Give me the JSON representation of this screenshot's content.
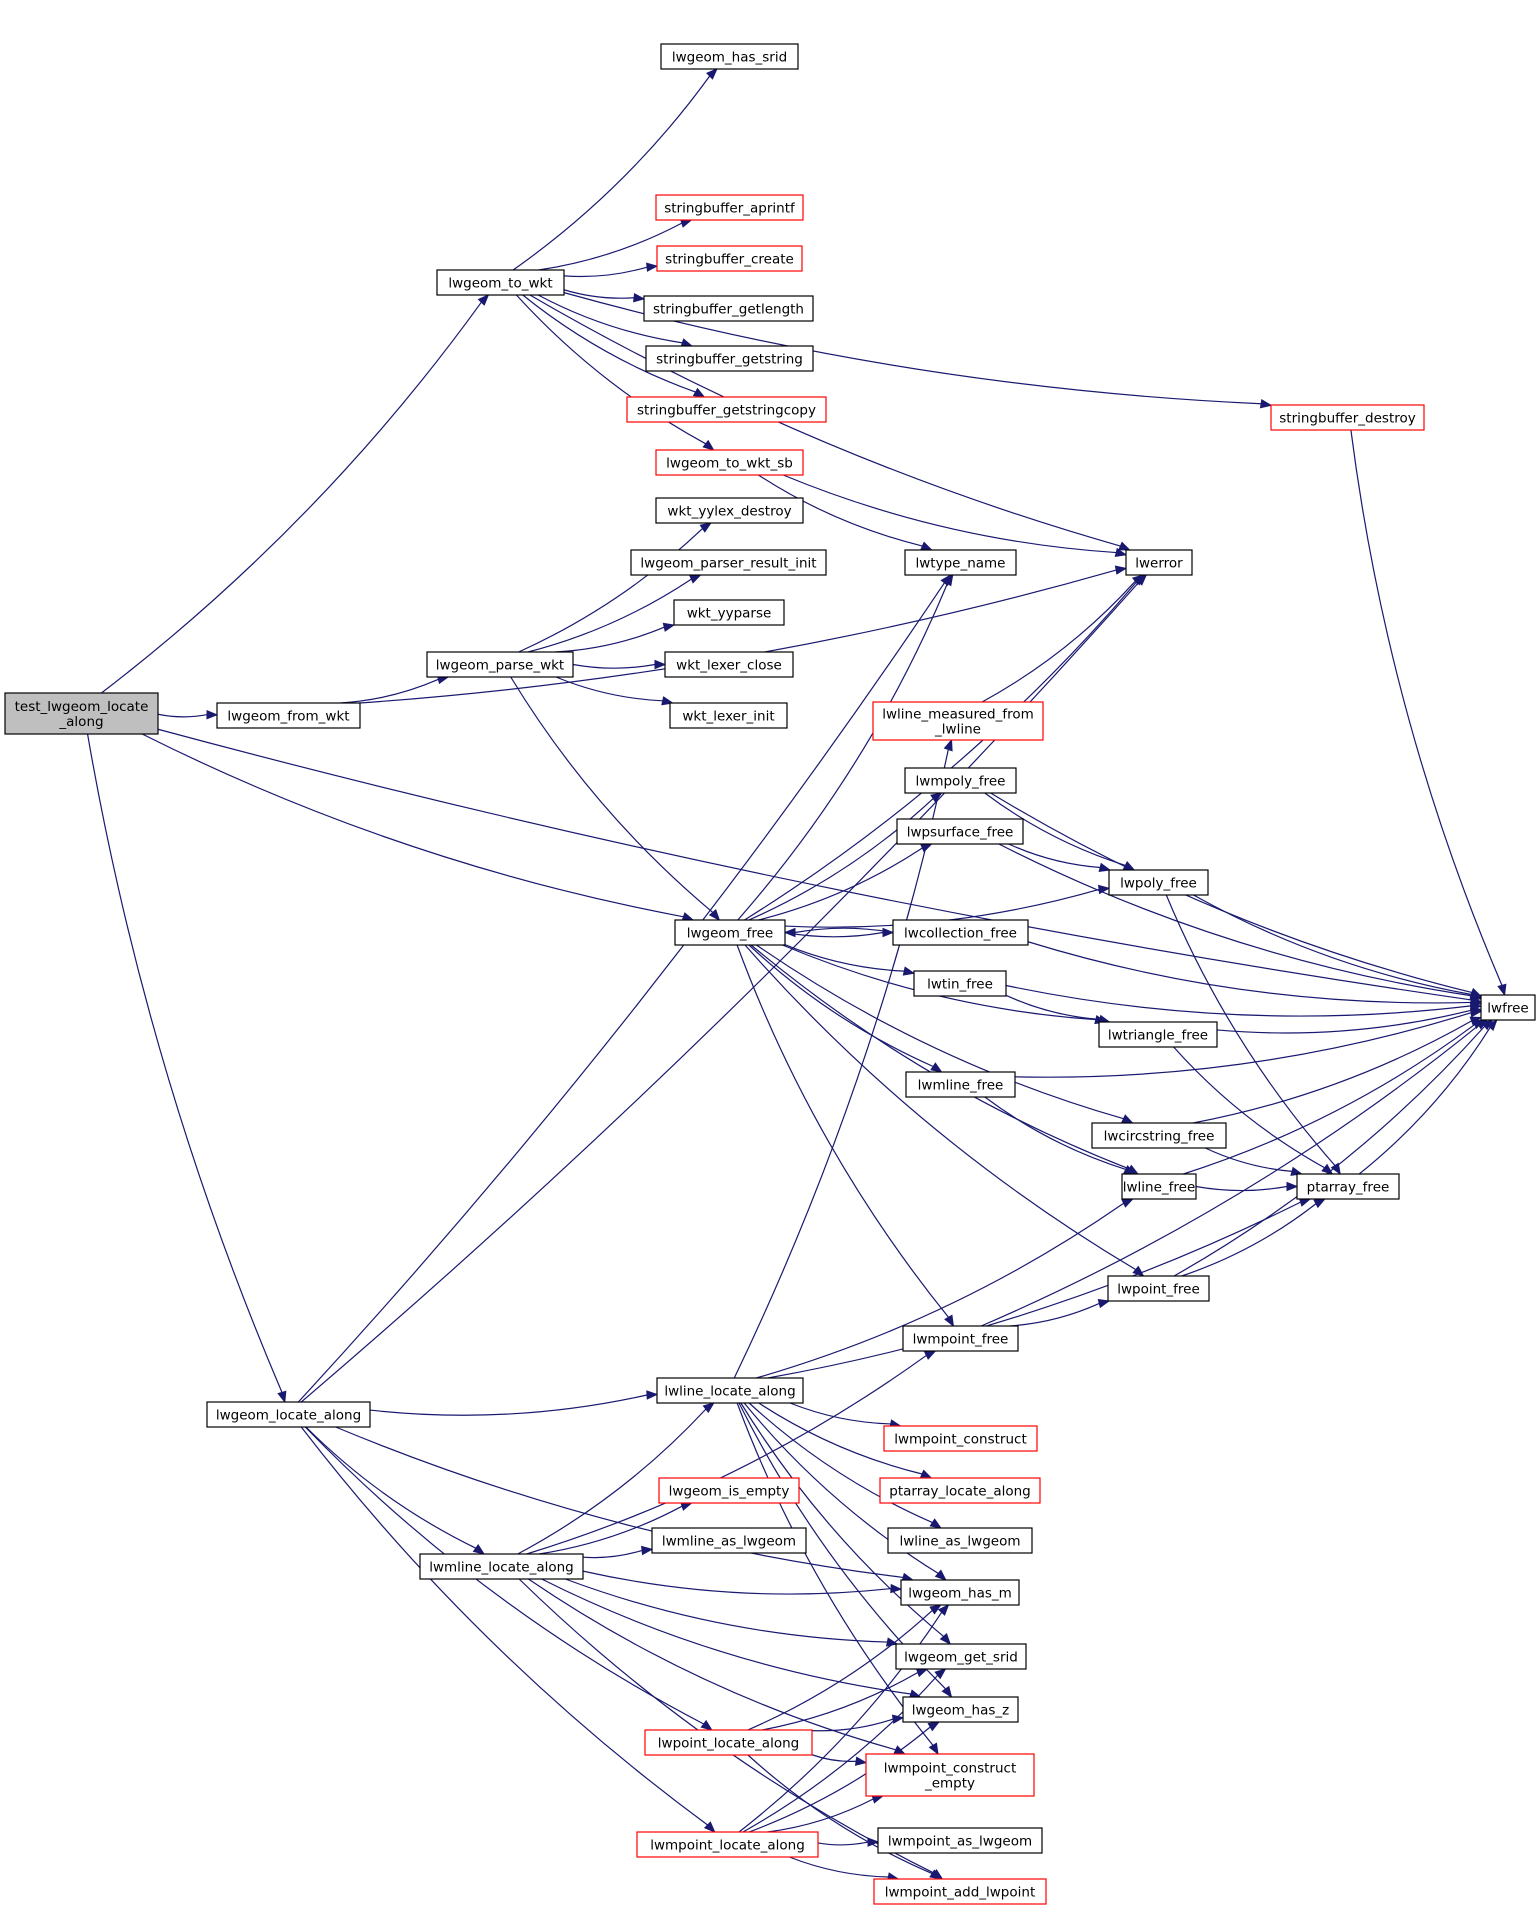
{
  "colors": {
    "edge": "#191970",
    "normal_border": "#000000",
    "red_border": "#ff0000",
    "root_fill": "#bfbfbf"
  },
  "nodes": [
    {
      "id": "test_lwgeom_locate_along",
      "lines": [
        "test_lwgeom_locate",
        "_along"
      ],
      "style": "root"
    },
    {
      "id": "lwgeom_from_wkt",
      "lines": [
        "lwgeom_from_wkt"
      ],
      "style": "normal"
    },
    {
      "id": "lwgeom_to_wkt",
      "lines": [
        "lwgeom_to_wkt"
      ],
      "style": "normal"
    },
    {
      "id": "lwgeom_has_srid",
      "lines": [
        "lwgeom_has_srid"
      ],
      "style": "normal"
    },
    {
      "id": "stringbuffer_aprintf",
      "lines": [
        "stringbuffer_aprintf"
      ],
      "style": "red"
    },
    {
      "id": "stringbuffer_create",
      "lines": [
        "stringbuffer_create"
      ],
      "style": "red"
    },
    {
      "id": "stringbuffer_getlength",
      "lines": [
        "stringbuffer_getlength"
      ],
      "style": "normal"
    },
    {
      "id": "stringbuffer_getstring",
      "lines": [
        "stringbuffer_getstring"
      ],
      "style": "normal"
    },
    {
      "id": "stringbuffer_getstringcopy",
      "lines": [
        "stringbuffer_getstringcopy"
      ],
      "style": "red"
    },
    {
      "id": "lwgeom_to_wkt_sb",
      "lines": [
        "lwgeom_to_wkt_sb"
      ],
      "style": "red"
    },
    {
      "id": "stringbuffer_destroy",
      "lines": [
        "stringbuffer_destroy"
      ],
      "style": "red"
    },
    {
      "id": "wkt_yylex_destroy",
      "lines": [
        "wkt_yylex_destroy"
      ],
      "style": "normal"
    },
    {
      "id": "lwgeom_parser_result_init",
      "lines": [
        "lwgeom_parser_result_init"
      ],
      "style": "normal"
    },
    {
      "id": "wkt_yyparse",
      "lines": [
        "wkt_yyparse"
      ],
      "style": "normal"
    },
    {
      "id": "lwgeom_parse_wkt",
      "lines": [
        "lwgeom_parse_wkt"
      ],
      "style": "normal"
    },
    {
      "id": "wkt_lexer_close",
      "lines": [
        "wkt_lexer_close"
      ],
      "style": "normal"
    },
    {
      "id": "wkt_lexer_init",
      "lines": [
        "wkt_lexer_init"
      ],
      "style": "normal"
    },
    {
      "id": "lwtype_name",
      "lines": [
        "lwtype_name"
      ],
      "style": "normal"
    },
    {
      "id": "lwerror",
      "lines": [
        "lwerror"
      ],
      "style": "normal"
    },
    {
      "id": "lwline_measured_from_lwline",
      "lines": [
        "lwline_measured_from",
        "_lwline"
      ],
      "style": "red"
    },
    {
      "id": "lwmpoly_free",
      "lines": [
        "lwmpoly_free"
      ],
      "style": "normal"
    },
    {
      "id": "lwpsurface_free",
      "lines": [
        "lwpsurface_free"
      ],
      "style": "normal"
    },
    {
      "id": "lwpoly_free",
      "lines": [
        "lwpoly_free"
      ],
      "style": "normal"
    },
    {
      "id": "lwgeom_free",
      "lines": [
        "lwgeom_free"
      ],
      "style": "normal"
    },
    {
      "id": "lwcollection_free",
      "lines": [
        "lwcollection_free"
      ],
      "style": "normal"
    },
    {
      "id": "lwtin_free",
      "lines": [
        "lwtin_free"
      ],
      "style": "normal"
    },
    {
      "id": "lwfree",
      "lines": [
        "lwfree"
      ],
      "style": "normal"
    },
    {
      "id": "lwtriangle_free",
      "lines": [
        "lwtriangle_free"
      ],
      "style": "normal"
    },
    {
      "id": "lwmline_free",
      "lines": [
        "lwmline_free"
      ],
      "style": "normal"
    },
    {
      "id": "lwcircstring_free",
      "lines": [
        "lwcircstring_free"
      ],
      "style": "normal"
    },
    {
      "id": "lwline_free",
      "lines": [
        "lwline_free"
      ],
      "style": "normal"
    },
    {
      "id": "ptarray_free",
      "lines": [
        "ptarray_free"
      ],
      "style": "normal"
    },
    {
      "id": "lwpoint_free",
      "lines": [
        "lwpoint_free"
      ],
      "style": "normal"
    },
    {
      "id": "lwmpoint_free",
      "lines": [
        "lwmpoint_free"
      ],
      "style": "normal"
    },
    {
      "id": "lwgeom_locate_along",
      "lines": [
        "lwgeom_locate_along"
      ],
      "style": "normal"
    },
    {
      "id": "lwline_locate_along",
      "lines": [
        "lwline_locate_along"
      ],
      "style": "normal"
    },
    {
      "id": "lwmpoint_construct",
      "lines": [
        "lwmpoint_construct"
      ],
      "style": "red"
    },
    {
      "id": "ptarray_locate_along",
      "lines": [
        "ptarray_locate_along"
      ],
      "style": "red"
    },
    {
      "id": "lwgeom_is_empty",
      "lines": [
        "lwgeom_is_empty"
      ],
      "style": "red"
    },
    {
      "id": "lwline_as_lwgeom",
      "lines": [
        "lwline_as_lwgeom"
      ],
      "style": "normal"
    },
    {
      "id": "lwmline_as_lwgeom",
      "lines": [
        "lwmline_as_lwgeom"
      ],
      "style": "normal"
    },
    {
      "id": "lwmline_locate_along",
      "lines": [
        "lwmline_locate_along"
      ],
      "style": "normal"
    },
    {
      "id": "lwgeom_has_m",
      "lines": [
        "lwgeom_has_m"
      ],
      "style": "normal"
    },
    {
      "id": "lwgeom_get_srid",
      "lines": [
        "lwgeom_get_srid"
      ],
      "style": "normal"
    },
    {
      "id": "lwgeom_has_z",
      "lines": [
        "lwgeom_has_z"
      ],
      "style": "normal"
    },
    {
      "id": "lwpoint_locate_along",
      "lines": [
        "lwpoint_locate_along"
      ],
      "style": "red"
    },
    {
      "id": "lwmpoint_construct_empty",
      "lines": [
        "lwmpoint_construct",
        "_empty"
      ],
      "style": "red"
    },
    {
      "id": "lwmpoint_locate_along",
      "lines": [
        "lwmpoint_locate_along"
      ],
      "style": "red"
    },
    {
      "id": "lwmpoint_as_lwgeom",
      "lines": [
        "lwmpoint_as_lwgeom"
      ],
      "style": "normal"
    },
    {
      "id": "lwmpoint_add_lwpoint",
      "lines": [
        "lwmpoint_add_lwpoint"
      ],
      "style": "red"
    }
  ],
  "edges": [
    [
      "test_lwgeom_locate_along",
      "lwgeom_from_wkt"
    ],
    [
      "test_lwgeom_locate_along",
      "lwgeom_to_wkt"
    ],
    [
      "test_lwgeom_locate_along",
      "lwfree"
    ],
    [
      "test_lwgeom_locate_along",
      "lwgeom_free"
    ],
    [
      "test_lwgeom_locate_along",
      "lwgeom_locate_along"
    ],
    [
      "lwgeom_from_wkt",
      "lwgeom_parse_wkt"
    ],
    [
      "lwgeom_from_wkt",
      "lwerror"
    ],
    [
      "lwgeom_to_wkt",
      "lwgeom_has_srid"
    ],
    [
      "lwgeom_to_wkt",
      "stringbuffer_aprintf"
    ],
    [
      "lwgeom_to_wkt",
      "stringbuffer_create"
    ],
    [
      "lwgeom_to_wkt",
      "stringbuffer_getlength"
    ],
    [
      "lwgeom_to_wkt",
      "stringbuffer_getstring"
    ],
    [
      "lwgeom_to_wkt",
      "stringbuffer_getstringcopy"
    ],
    [
      "lwgeom_to_wkt",
      "lwgeom_to_wkt_sb"
    ],
    [
      "lwgeom_to_wkt",
      "stringbuffer_destroy"
    ],
    [
      "lwgeom_to_wkt",
      "lwerror"
    ],
    [
      "lwgeom_to_wkt_sb",
      "lwerror"
    ],
    [
      "lwgeom_to_wkt_sb",
      "lwtype_name"
    ],
    [
      "stringbuffer_destroy",
      "lwfree"
    ],
    [
      "lwgeom_parse_wkt",
      "wkt_yylex_destroy"
    ],
    [
      "lwgeom_parse_wkt",
      "lwgeom_parser_result_init"
    ],
    [
      "lwgeom_parse_wkt",
      "wkt_yyparse"
    ],
    [
      "lwgeom_parse_wkt",
      "wkt_lexer_close"
    ],
    [
      "lwgeom_parse_wkt",
      "wkt_lexer_init"
    ],
    [
      "lwgeom_parse_wkt",
      "lwgeom_free"
    ],
    [
      "lwline_measured_from_lwline",
      "lwerror"
    ],
    [
      "lwgeom_free",
      "lwtype_name"
    ],
    [
      "lwgeom_free",
      "lwerror"
    ],
    [
      "lwgeom_free",
      "lwmpoly_free"
    ],
    [
      "lwgeom_free",
      "lwpsurface_free"
    ],
    [
      "lwgeom_free",
      "lwpoly_free"
    ],
    [
      "lwgeom_free",
      "lwcollection_free"
    ],
    [
      "lwgeom_free",
      "lwtin_free"
    ],
    [
      "lwgeom_free",
      "lwtriangle_free"
    ],
    [
      "lwgeom_free",
      "lwmline_free"
    ],
    [
      "lwgeom_free",
      "lwcircstring_free"
    ],
    [
      "lwgeom_free",
      "lwline_free"
    ],
    [
      "lwgeom_free",
      "lwpoint_free"
    ],
    [
      "lwgeom_free",
      "lwmpoint_free"
    ],
    [
      "lwcollection_free",
      "lwgeom_free"
    ],
    [
      "lwcollection_free",
      "lwfree"
    ],
    [
      "lwmpoly_free",
      "lwpoly_free"
    ],
    [
      "lwmpoly_free",
      "lwfree"
    ],
    [
      "lwpsurface_free",
      "lwpoly_free"
    ],
    [
      "lwpsurface_free",
      "lwfree"
    ],
    [
      "lwpoly_free",
      "lwfree"
    ],
    [
      "lwpoly_free",
      "ptarray_free"
    ],
    [
      "lwtin_free",
      "lwtriangle_free"
    ],
    [
      "lwtin_free",
      "lwfree"
    ],
    [
      "lwtriangle_free",
      "lwfree"
    ],
    [
      "lwtriangle_free",
      "ptarray_free"
    ],
    [
      "lwmline_free",
      "lwline_free"
    ],
    [
      "lwmline_free",
      "lwfree"
    ],
    [
      "lwcircstring_free",
      "ptarray_free"
    ],
    [
      "lwcircstring_free",
      "lwfree"
    ],
    [
      "lwline_free",
      "ptarray_free"
    ],
    [
      "lwline_free",
      "lwfree"
    ],
    [
      "ptarray_free",
      "lwfree"
    ],
    [
      "lwpoint_free",
      "ptarray_free"
    ],
    [
      "lwpoint_free",
      "lwfree"
    ],
    [
      "lwmpoint_free",
      "lwpoint_free"
    ],
    [
      "lwmpoint_free",
      "lwfree"
    ],
    [
      "lwgeom_locate_along",
      "lwtype_name"
    ],
    [
      "lwgeom_locate_along",
      "lwerror"
    ],
    [
      "lwgeom_locate_along",
      "lwline_locate_along"
    ],
    [
      "lwgeom_locate_along",
      "lwmline_locate_along"
    ],
    [
      "lwgeom_locate_along",
      "lwpoint_locate_along"
    ],
    [
      "lwgeom_locate_along",
      "lwmpoint_locate_along"
    ],
    [
      "lwgeom_locate_along",
      "lwgeom_has_m"
    ],
    [
      "lwline_locate_along",
      "lwline_measured_from_lwline"
    ],
    [
      "lwline_locate_along",
      "lwline_free"
    ],
    [
      "lwline_locate_along",
      "ptarray_free"
    ],
    [
      "lwline_locate_along",
      "lwmpoint_construct"
    ],
    [
      "lwline_locate_along",
      "ptarray_locate_along"
    ],
    [
      "lwline_locate_along",
      "lwline_as_lwgeom"
    ],
    [
      "lwline_locate_along",
      "lwgeom_has_m"
    ],
    [
      "lwline_locate_along",
      "lwgeom_get_srid"
    ],
    [
      "lwline_locate_along",
      "lwgeom_has_z"
    ],
    [
      "lwline_locate_along",
      "lwmpoint_construct_empty"
    ],
    [
      "lwmline_locate_along",
      "lwline_locate_along"
    ],
    [
      "lwmline_locate_along",
      "lwgeom_is_empty"
    ],
    [
      "lwmline_locate_along",
      "lwmline_as_lwgeom"
    ],
    [
      "lwmline_locate_along",
      "lwmpoint_free"
    ],
    [
      "lwmline_locate_along",
      "lwgeom_has_m"
    ],
    [
      "lwmline_locate_along",
      "lwgeom_get_srid"
    ],
    [
      "lwmline_locate_along",
      "lwgeom_has_z"
    ],
    [
      "lwmline_locate_along",
      "lwmpoint_construct_empty"
    ],
    [
      "lwmline_locate_along",
      "lwmpoint_add_lwpoint"
    ],
    [
      "lwpoint_locate_along",
      "lwgeom_has_m"
    ],
    [
      "lwpoint_locate_along",
      "lwgeom_get_srid"
    ],
    [
      "lwpoint_locate_along",
      "lwgeom_has_z"
    ],
    [
      "lwpoint_locate_along",
      "lwmpoint_construct_empty"
    ],
    [
      "lwpoint_locate_along",
      "lwmpoint_add_lwpoint"
    ],
    [
      "lwmpoint_locate_along",
      "lwgeom_has_m"
    ],
    [
      "lwmpoint_locate_along",
      "lwgeom_get_srid"
    ],
    [
      "lwmpoint_locate_along",
      "lwgeom_has_z"
    ],
    [
      "lwmpoint_locate_along",
      "lwmpoint_construct_empty"
    ],
    [
      "lwmpoint_locate_along",
      "lwmpoint_as_lwgeom"
    ],
    [
      "lwmpoint_locate_along",
      "lwmpoint_add_lwpoint"
    ]
  ]
}
